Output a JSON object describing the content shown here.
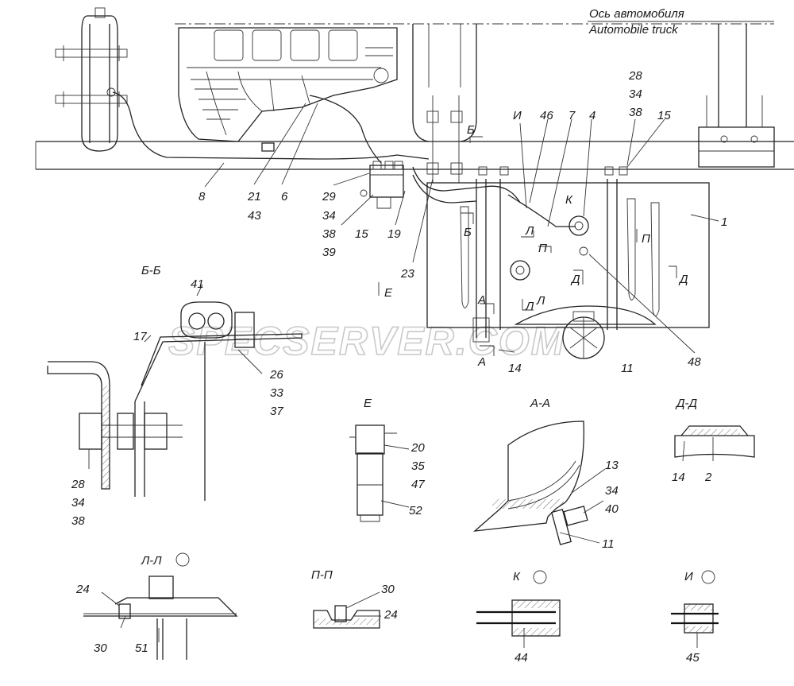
{
  "watermark": "SPECSERVER.COM",
  "axis_label": {
    "ru": "Ось автомобиля",
    "en": "Automobile truck"
  },
  "main_view": {
    "callouts": [
      "8",
      "21",
      "43",
      "6",
      "29",
      "34",
      "38",
      "39",
      "15",
      "19",
      "23",
      "И",
      "46",
      "7",
      "4",
      "28",
      "34",
      "38",
      "15",
      "К",
      "1",
      "48",
      "11",
      "14"
    ],
    "section_marks": [
      "Б",
      "Б",
      "Л",
      "П",
      "Л",
      "П",
      "Д",
      "Д",
      "А",
      "А",
      "Л",
      "Е"
    ]
  },
  "view_bb": {
    "title": "Б-Б",
    "callouts": [
      "41",
      "17",
      "26",
      "33",
      "37",
      "28",
      "34",
      "38"
    ]
  },
  "view_e": {
    "title": "Е",
    "callouts": [
      "20",
      "35",
      "47",
      "52"
    ]
  },
  "view_aa": {
    "title": "А-А",
    "callouts": [
      "13",
      "34",
      "40",
      "11"
    ]
  },
  "view_dd": {
    "title": "Д-Д",
    "callouts": [
      "14",
      "2"
    ]
  },
  "view_ll": {
    "title": "Л-Л",
    "callouts": [
      "24",
      "30",
      "51"
    ]
  },
  "view_pp": {
    "title": "П-П",
    "callouts": [
      "30",
      "24"
    ]
  },
  "view_k": {
    "title": "К",
    "callouts": [
      "44"
    ]
  },
  "view_i": {
    "title": "И",
    "callouts": [
      "45"
    ]
  }
}
